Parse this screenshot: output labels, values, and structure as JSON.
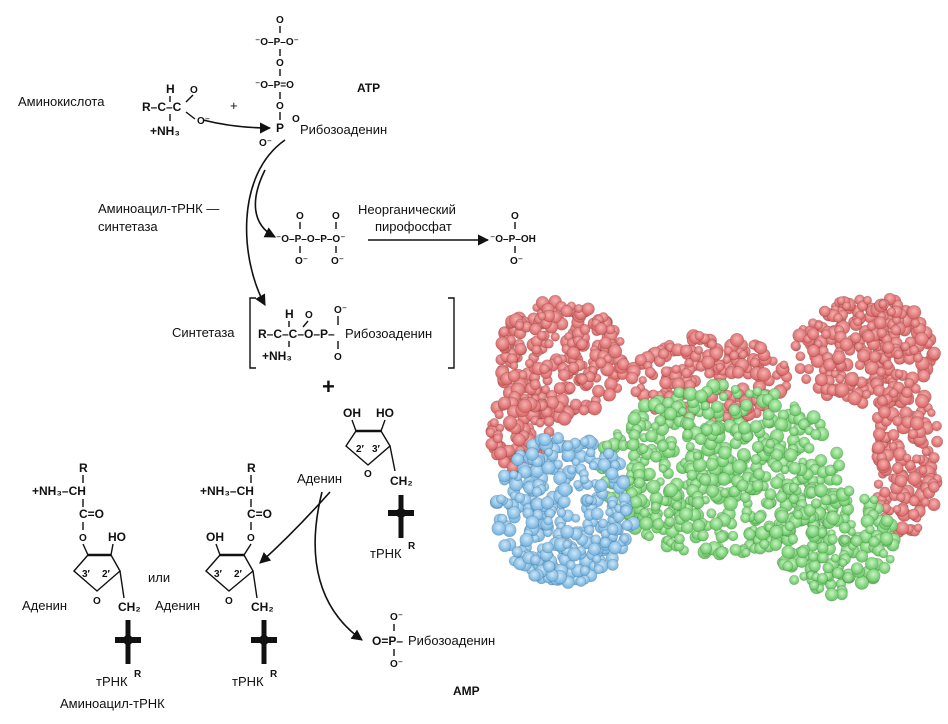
{
  "labels": {
    "aminoacid": "Аминокислота",
    "atp": "ATP",
    "synthetase_enzyme_line1": "Аминоацил-тРНК —",
    "synthetase_enzyme_line2": "синтетаза",
    "inorganic_line1": "Неорганический",
    "inorganic_line2": "пирофосфат",
    "synthetase_complex": "Синтетаза",
    "or": "или",
    "amp": "AMP",
    "aminoacyl_trna": "Аминоацил-тРНК",
    "adenine": "Аденин",
    "ribose_adenine": "Рибозоаденин",
    "trna": "тРНК",
    "trna_sup": "R"
  },
  "chem": {
    "R_CC": "R–C–C",
    "H": "H",
    "O": "O",
    "O_minus": "O⁻",
    "NH3": "+NH₃",
    "plus": "+",
    "big_plus": "+",
    "P": "P",
    "P_equals_O": "P=O",
    "minus_O_P_minus_O": "⁻O–P–O⁻",
    "minus_O_P_equals_O": "⁻O–P=O",
    "pp": "⁻O–P–O–P–O⁻",
    "pi": "⁻O–P–OH",
    "acyl": "R–C–C–O–P–",
    "OH": "OH",
    "HO": "HO",
    "pos2": "2′",
    "pos3": "3′",
    "CH2": "CH₂",
    "NH3CH": "+NH₃–CH",
    "R": "R",
    "C_eq_O": "C=O",
    "O_eq_P": "O=P–"
  },
  "colors": {
    "protein_red": "#e58080",
    "protein_green": "#8ee08a",
    "protein_blue": "#8fc4ea"
  }
}
